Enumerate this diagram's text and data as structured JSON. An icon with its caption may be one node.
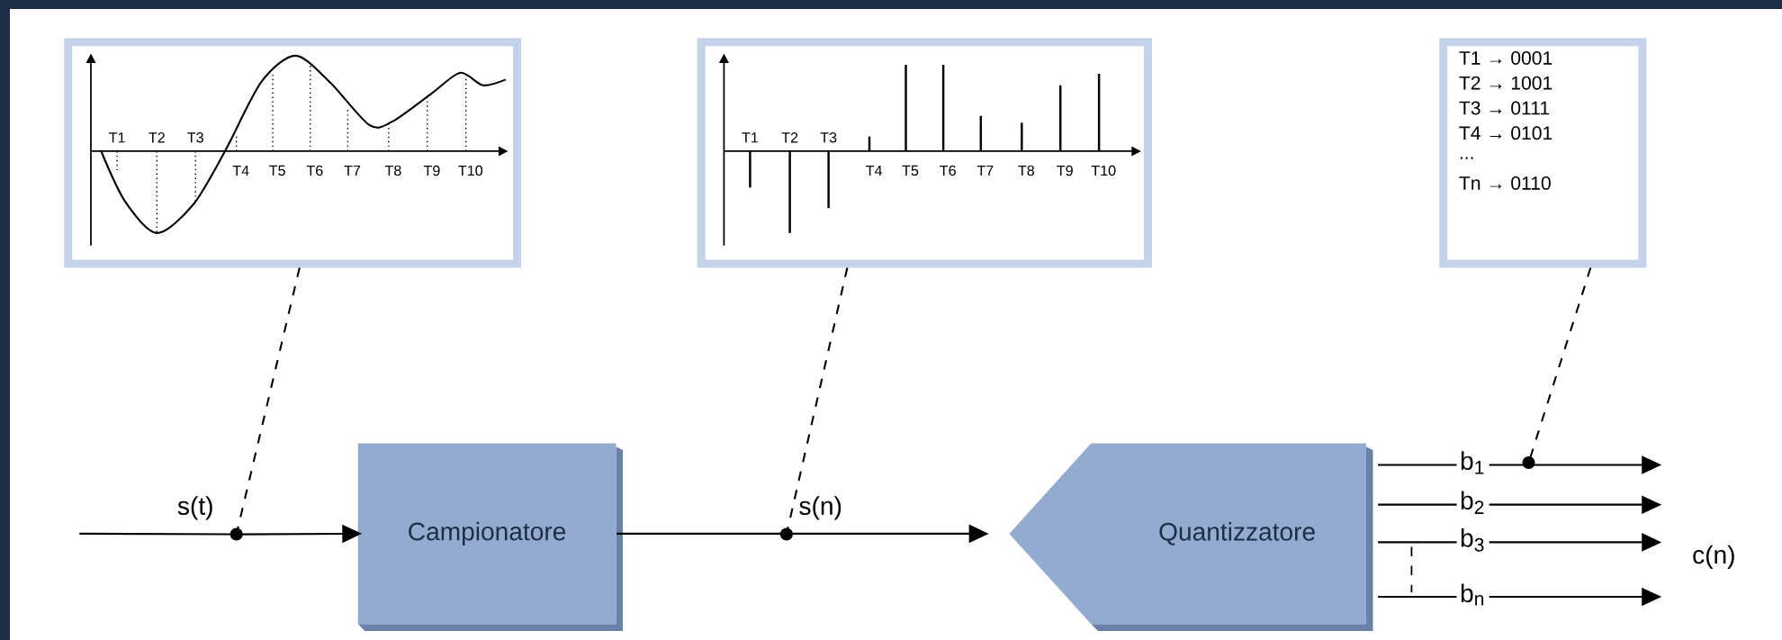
{
  "diagram": {
    "nodes": [
      {
        "text": [
          "T1",
          "T2",
          "T3",
          "T4",
          "T5",
          "T6",
          "T7",
          "T8",
          "T9",
          "T10"
        ]
      },
      {
        "text": [
          "T1",
          "T2",
          "T3",
          "T4",
          "T5",
          "T6",
          "T7",
          "T8",
          "T9",
          "T10"
        ]
      },
      {
        "text": [
          "T1 → 0001",
          "T2 → 1001",
          "T3 → 0111",
          "T4 → 0101",
          "...",
          "Tn → 0110"
        ]
      },
      {
        "text": [
          "Campionatore"
        ]
      },
      {
        "text": [
          "Quantizzatore"
        ]
      },
      {
        "text": [],
        "shape": "circle"
      },
      {
        "text": [],
        "shape": "circle"
      },
      {
        "text": [],
        "shape": "circle"
      }
    ],
    "edges": [
      {
        "from": null,
        "to": 5,
        "arrow": "none",
        "label": "s(t)"
      },
      {
        "from": 5,
        "to": 3,
        "arrow": "to"
      },
      {
        "from": 3,
        "to": 4,
        "arrow": "to",
        "label": "s(n)"
      },
      {
        "from": 4,
        "to": null,
        "arrow": "to",
        "label": "b$_{1}$"
      },
      {
        "from": 4,
        "to": null,
        "arrow": "to",
        "label": "b$_{2}$"
      },
      {
        "from": 4,
        "to": null,
        "arrow": "to",
        "label": "b$_{3}$"
      },
      {
        "from": 4,
        "to": null,
        "arrow": "to",
        "label": "b$_{n}$"
      },
      {
        "from": 0,
        "to": 5,
        "arrow": "none",
        "style": "dashed"
      },
      {
        "from": 1,
        "to": 6,
        "arrow": "none",
        "style": "dashed"
      },
      {
        "from": 2,
        "to": 7,
        "arrow": "none",
        "style": "dashed"
      }
    ],
    "labels": [
      "c(n)"
    ]
  }
}
